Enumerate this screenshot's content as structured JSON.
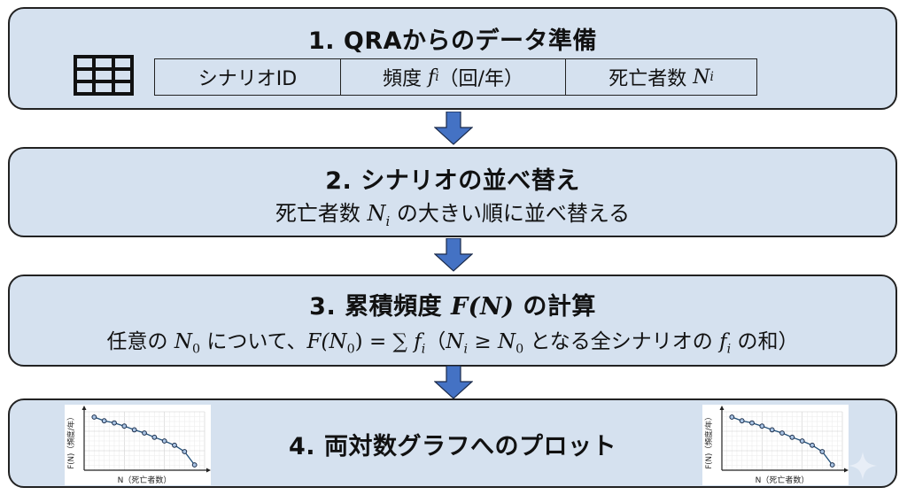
{
  "steps": [
    {
      "title": "1. QRAからのデータ準備",
      "table_headers": {
        "scenario_id": "シナリオID",
        "frequency_label": "頻度",
        "frequency_var": "f",
        "frequency_sub": "i",
        "frequency_unit": "（回/年）",
        "fatalities_label": "死亡者数",
        "fatalities_var": "N",
        "fatalities_sub": "i"
      },
      "icon": "table-grid-icon"
    },
    {
      "title": "2. シナリオの並べ替え",
      "desc_pre": "死亡者数",
      "desc_var": "N",
      "desc_sub": "i",
      "desc_post": "の大きい順に並べ替える"
    },
    {
      "title_pre": "3. 累積頻度",
      "title_math": "F(N)",
      "title_post": "の計算",
      "desc_1": "任意の",
      "desc_N": "N",
      "desc_0": "0",
      "desc_2": "について、",
      "desc_F": "F(N",
      "desc_F0": "0",
      "desc_Fclose": ") = ∑",
      "desc_f": "f",
      "desc_fi": "i",
      "desc_paren": "（",
      "desc_Ni": "N",
      "desc_Ni_sub": "i",
      "desc_ge": " ≥ ",
      "desc_N0": "N",
      "desc_N0_sub": "0",
      "desc_3": "となる全シナリオの",
      "desc_f2": "f",
      "desc_f2_sub": "i",
      "desc_4": "の和）"
    },
    {
      "title": "4. 両対数グラフへのプロット"
    }
  ],
  "colors": {
    "box_fill": "#d5e1ef",
    "arrow_fill": "#4472c4",
    "line": "#1f4e79",
    "point_fill": "#a9c4e4"
  },
  "chart_data": {
    "type": "line",
    "title": "",
    "xlabel": "N（死亡者数）",
    "ylabel": "F(N)（頻度/年）",
    "note": "schematic log-log F-N curve; values are relative positions estimated from the thumbnail",
    "x": [
      1,
      2,
      3,
      4,
      5,
      6,
      7,
      8,
      9,
      10,
      11
    ],
    "values": [
      10,
      9.3,
      8.9,
      8.3,
      7.6,
      7.0,
      6.2,
      5.5,
      4.7,
      3.5,
      1.0
    ],
    "xlim": [
      0,
      12
    ],
    "ylim": [
      0,
      11
    ]
  }
}
